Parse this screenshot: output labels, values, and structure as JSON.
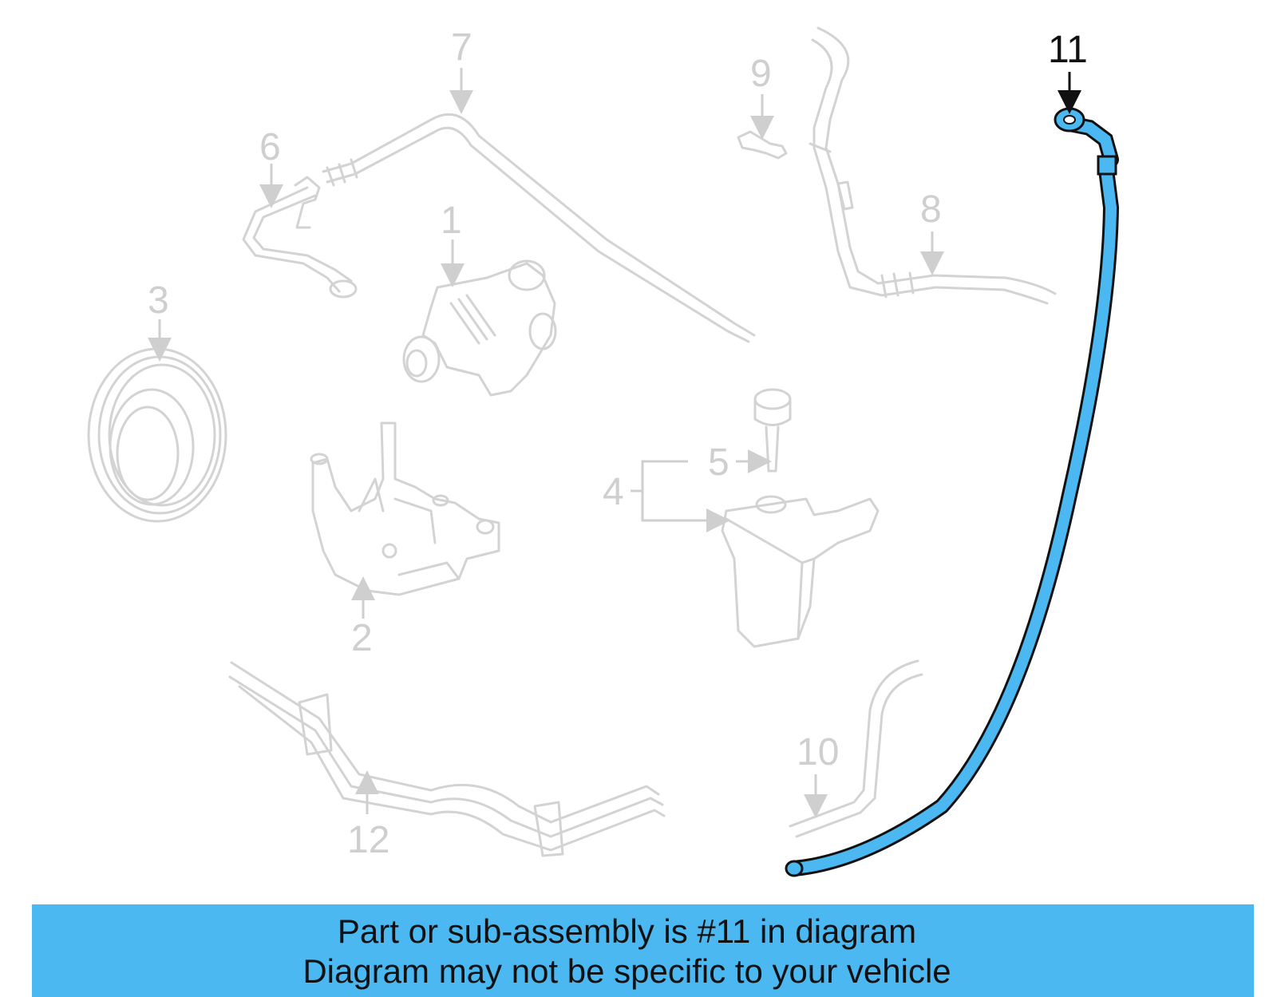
{
  "highlight_color": "#4bb8f2",
  "callouts": {
    "c1": "1",
    "c2": "2",
    "c3": "3",
    "c4": "4",
    "c5": "5",
    "c6": "6",
    "c7": "7",
    "c8": "8",
    "c9": "9",
    "c10": "10",
    "c11": "11",
    "c12": "12"
  },
  "banner": {
    "line1": "Part or sub-assembly is #11 in diagram",
    "line2": "Diagram may not be specific to your vehicle"
  }
}
